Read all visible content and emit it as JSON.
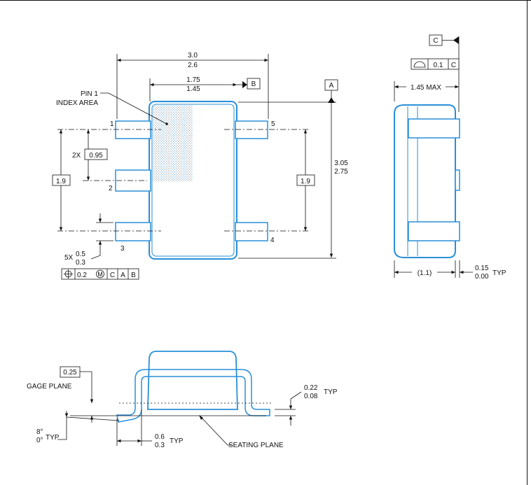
{
  "colors": {
    "outline": "#2a8fd8",
    "dim": "#111111",
    "pinfill": "#ffffff",
    "hatch": "#2a8fd8"
  },
  "top_view": {
    "pin1_label_line1": "PIN 1",
    "pin1_label_line2": "INDEX AREA",
    "width_max": "3.0",
    "width_min": "2.6",
    "body_width_max": "1.75",
    "body_width_min": "1.45",
    "datum_b": "B",
    "datum_a": "A",
    "height_max": "3.05",
    "height_min": "2.75",
    "pitch_prefix": "2X",
    "pitch_value": "0.95",
    "span_left": "1.9",
    "span_right": "1.9",
    "pin_numbers": [
      "1",
      "2",
      "3",
      "4",
      "5"
    ],
    "lead_width_prefix": "5X",
    "lead_width_max": "0.5",
    "lead_width_min": "0.3",
    "fcf_position": "0.2",
    "fcf_modifier": "M",
    "fcf_datums": [
      "C",
      "A",
      "B"
    ]
  },
  "side_view": {
    "datum_c": "C",
    "flatness_value": "0.1",
    "flatness_datum": "C",
    "thickness_label": "1.45 MAX",
    "standoff_ref": "(1.1)",
    "standoff_max": "0.15",
    "standoff_min": "0.00",
    "standoff_suffix": "TYP"
  },
  "detail_view": {
    "gage_value": "0.25",
    "gage_label": "GAGE PLANE",
    "angle_max": "8°",
    "angle_min": "0°",
    "angle_suffix": "TYP",
    "foot_max": "0.6",
    "foot_min": "0.3",
    "foot_suffix": "TYP",
    "lead_thk_max": "0.22",
    "lead_thk_min": "0.08",
    "lead_thk_suffix": "TYP",
    "seating_label": "SEATING PLANE"
  }
}
